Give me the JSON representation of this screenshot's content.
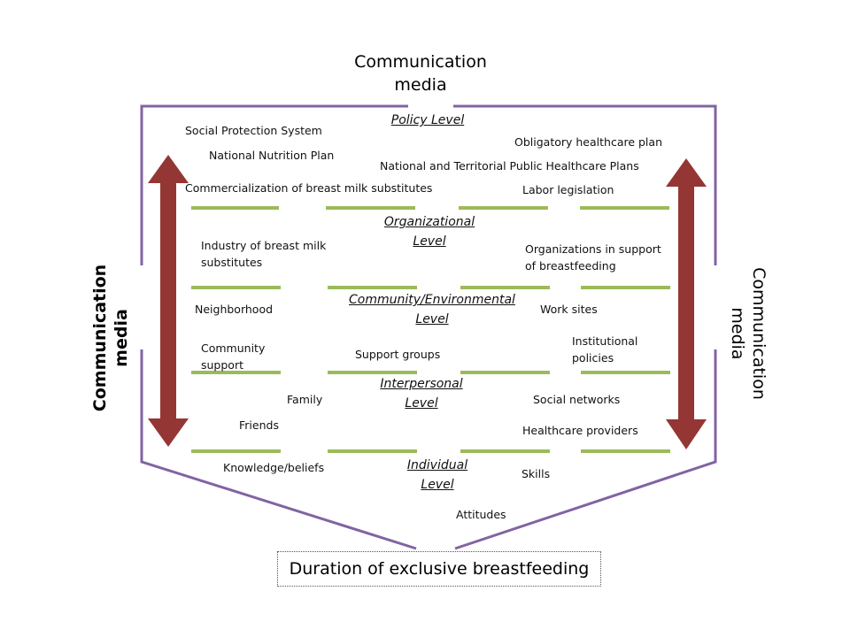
{
  "top_label": {
    "line1": "Communication",
    "line2": "media"
  },
  "left_label": {
    "line1": "Communication",
    "line2": "media"
  },
  "right_label": {
    "line1": "Communication",
    "line2": "media"
  },
  "levels": {
    "policy": "Policy Level",
    "organizational": {
      "line1": "Organizational",
      "line2": "Level"
    },
    "community": {
      "line1": "Community/Environmental",
      "line2": "Level"
    },
    "interpersonal": {
      "line1": "Interpersonal",
      "line2": "Level"
    },
    "individual": {
      "line1": "Individual",
      "line2": "Level"
    }
  },
  "factors": {
    "social_protection": "Social Protection System",
    "nutrition_plan": "National Nutrition Plan",
    "commercialization": "Commercialization of breast milk substitutes",
    "obligatory_plan": "Obligatory healthcare plan",
    "public_plans": "National and Territorial Public Healthcare Plans",
    "labor": "Labor legislation",
    "industry": {
      "line1": "Industry of breast milk",
      "line2": "substitutes"
    },
    "organizations": {
      "line1": "Organizations in support",
      "line2": "of breastfeeding"
    },
    "neighborhood": "Neighborhood",
    "work_sites": "Work sites",
    "community_support": {
      "line1": "Community",
      "line2": "support"
    },
    "support_groups": "Support groups",
    "institutional": {
      "line1": "Institutional",
      "line2": "policies"
    },
    "family": "Family",
    "social_networks": "Social networks",
    "friends": "Friends",
    "healthcare_providers": "Healthcare providers",
    "knowledge": "Knowledge/beliefs",
    "skills": "Skills",
    "attitudes": "Attitudes"
  },
  "outcome": "Duration of exclusive breastfeeding",
  "colors": {
    "frame": "#8064a2",
    "arrow": "#943634",
    "divider": "#9bbb59"
  }
}
